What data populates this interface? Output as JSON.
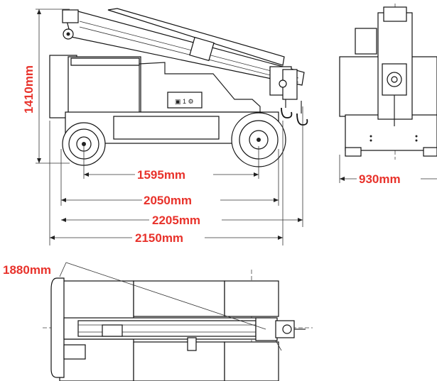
{
  "dimensions": {
    "height": "1410mm",
    "wheelbase": "1595mm",
    "length_a": "2050mm",
    "length_b": "2205mm",
    "length_overall": "2150mm",
    "width": "930mm",
    "turn_radius": "1880mm"
  },
  "colors": {
    "dimension_text": "#e8322b",
    "line": "#222222"
  }
}
